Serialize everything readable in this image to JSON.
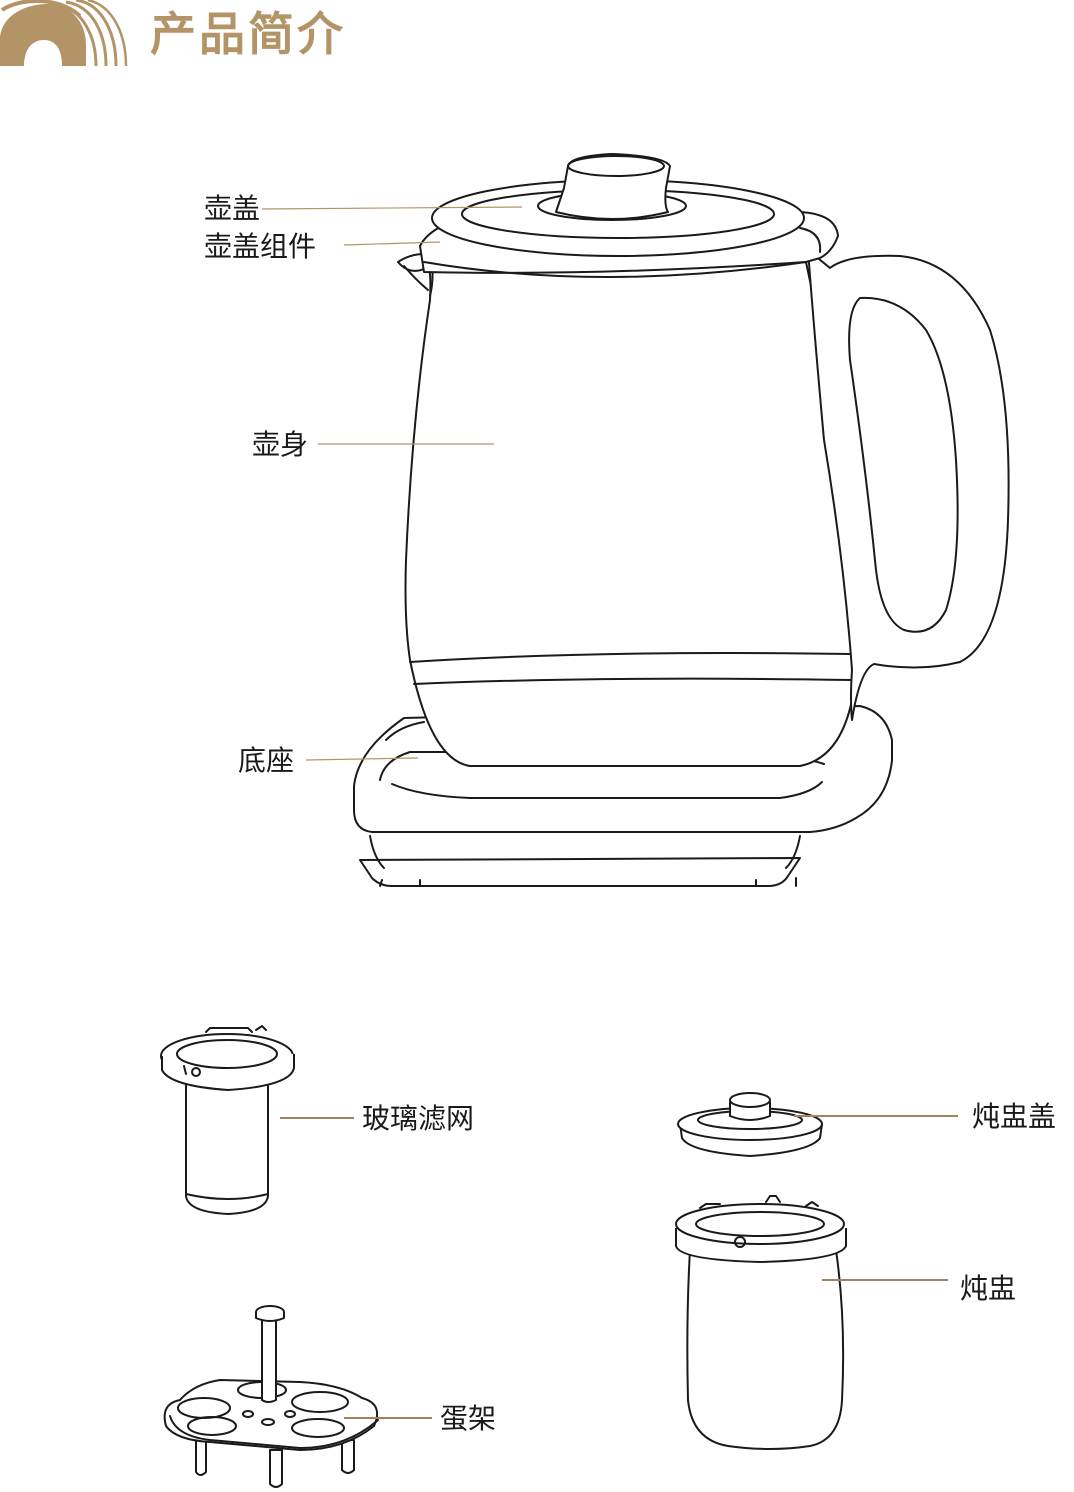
{
  "header": {
    "title": "产品简介",
    "logo_icon": "rainbow-arc-logo",
    "accent_color": "#b39467"
  },
  "parts": {
    "lid": "壶盖",
    "lid_assembly": "壶盖组件",
    "body": "壶身",
    "base": "底座",
    "glass_filter": "玻璃滤网",
    "stew_pot_lid": "炖盅盖",
    "stew_pot": "炖盅",
    "egg_rack": "蛋架"
  }
}
